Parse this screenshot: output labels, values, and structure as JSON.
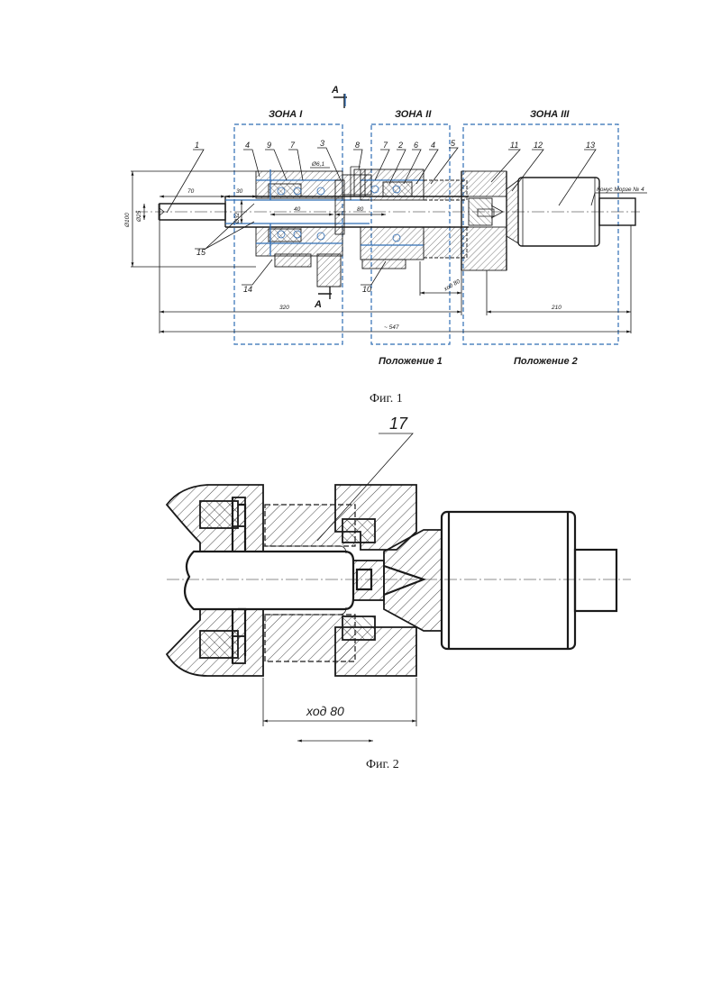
{
  "figure1": {
    "caption": "Фиг. 1",
    "section_mark": "A",
    "zones": [
      "ЗОНА I",
      "ЗОНА II",
      "ЗОНА III"
    ],
    "positions": [
      "Положение 1",
      "Положение 2"
    ],
    "callouts": [
      "1",
      "4",
      "9",
      "7",
      "3",
      "8",
      "7",
      "2",
      "6",
      "4",
      "5",
      "11",
      "12",
      "13",
      "15",
      "14",
      "10"
    ],
    "dimensions": {
      "d1": "70",
      "d2": "30",
      "d3": "40",
      "d4": "80",
      "d5": "Ø6,1",
      "d6": "Ø100",
      "d7": "Ø25",
      "d8": "Ø32",
      "d9": "320",
      "d10": "ход 80",
      "d11": "210",
      "d12": "~ 547",
      "morse": "Конус Морзе № 4"
    }
  },
  "figure2": {
    "caption": "Фиг. 2",
    "callout": "17",
    "stroke_label": "ход 80"
  },
  "colors": {
    "zone_frame": "#2f6db5",
    "line": "#1a1a1a",
    "background": "#ffffff"
  }
}
